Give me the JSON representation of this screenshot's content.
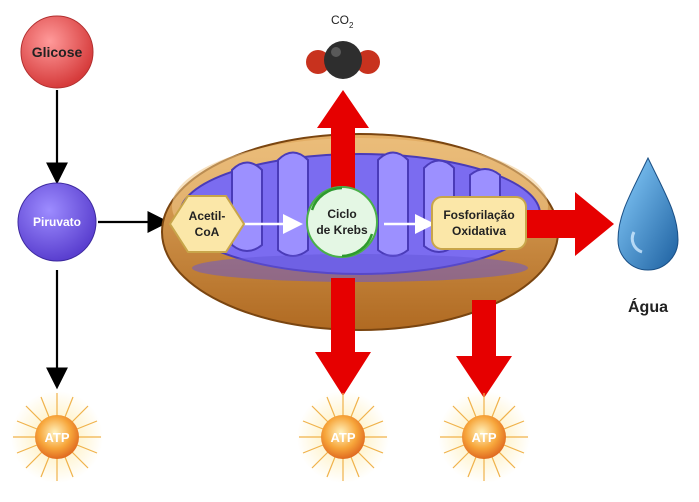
{
  "nodes": {
    "glicose": "Glicose",
    "piruvato": "Piruvato",
    "acetil_line1": "Acetil-",
    "acetil_line2": "CoA",
    "ciclo_line1": "Ciclo",
    "ciclo_line2": "de Krebs",
    "fosfo_line1": "Fosforilação",
    "fosfo_line2": "Oxidativa",
    "co2_main": "CO",
    "co2_sub": "2",
    "agua": "Água",
    "atp": "ATP"
  },
  "colors": {
    "glicose": "#e04a4a",
    "piruvato": "#6a4fd6",
    "mito_outer": "#c98a3a",
    "mito_inner": "#7b6cf0",
    "process_box": "#fbe7a8",
    "krebs_circle": "#dff5df",
    "red_arrow": "#e60000",
    "atp_star": "#ffb347",
    "water": "#2f86c9"
  }
}
